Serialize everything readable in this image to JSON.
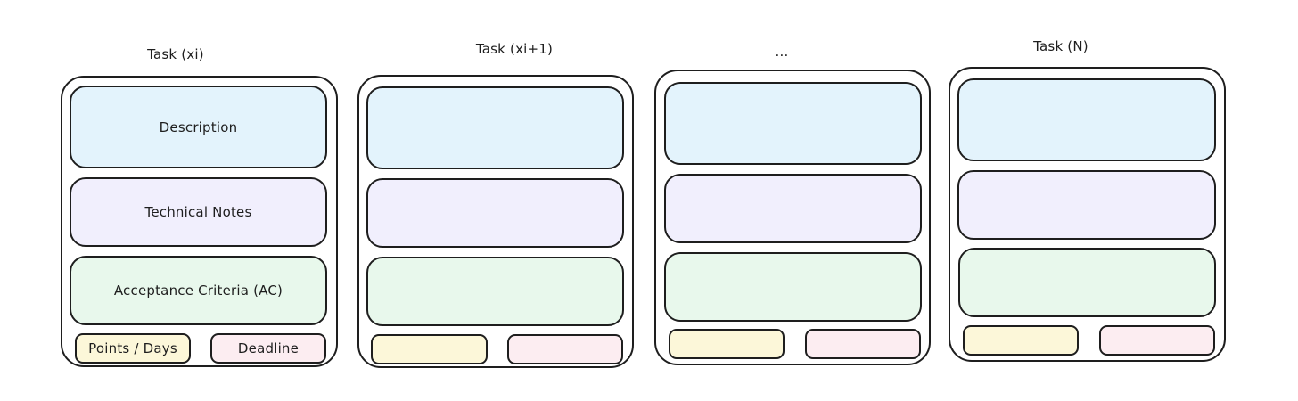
{
  "colors": {
    "stroke": "#1e1e1e",
    "description": "#e3f3fc",
    "technical_notes": "#f1effd",
    "acceptance_criteria": "#e8f8ec",
    "points": "#fcf7d9",
    "deadline": "#fcedf1"
  },
  "cards": [
    {
      "title": "Task (xi)",
      "description": "Description",
      "technical_notes": "Technical Notes",
      "acceptance_criteria": "Acceptance Criteria (AC)",
      "points": "Points / Days",
      "deadline": "Deadline"
    },
    {
      "title": "Task (xi+1)",
      "description": "",
      "technical_notes": "",
      "acceptance_criteria": "",
      "points": "",
      "deadline": ""
    },
    {
      "title": "...",
      "description": "",
      "technical_notes": "",
      "acceptance_criteria": "",
      "points": "",
      "deadline": ""
    },
    {
      "title": "Task (N)",
      "description": "",
      "technical_notes": "",
      "acceptance_criteria": "",
      "points": "",
      "deadline": ""
    }
  ]
}
